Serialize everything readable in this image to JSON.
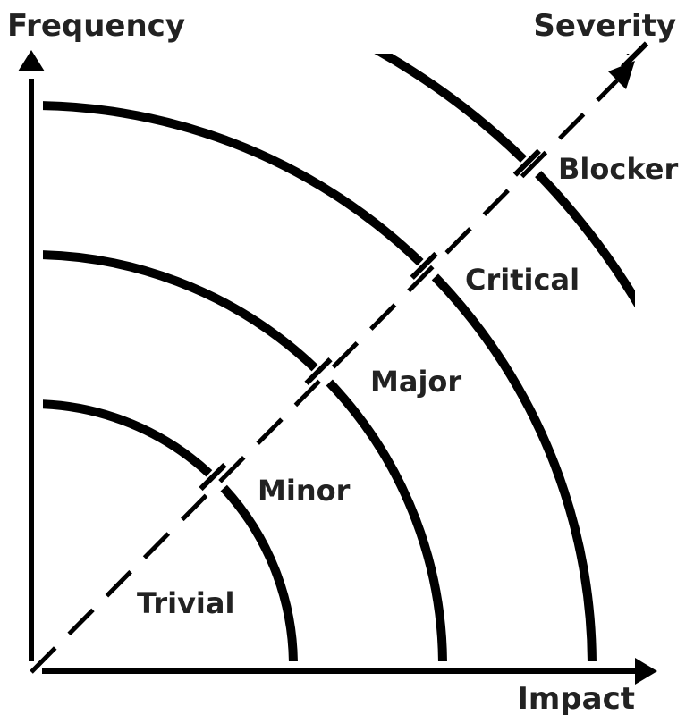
{
  "axes": {
    "y_label": "Frequency",
    "x_label": "Impact",
    "diagonal_label": "Severity"
  },
  "levels": [
    {
      "name": "Trivial"
    },
    {
      "name": "Minor"
    },
    {
      "name": "Major"
    },
    {
      "name": "Critical"
    },
    {
      "name": "Blocker"
    }
  ],
  "colors": {
    "stroke": "#000000",
    "text": "#222222",
    "background": "#ffffff"
  }
}
